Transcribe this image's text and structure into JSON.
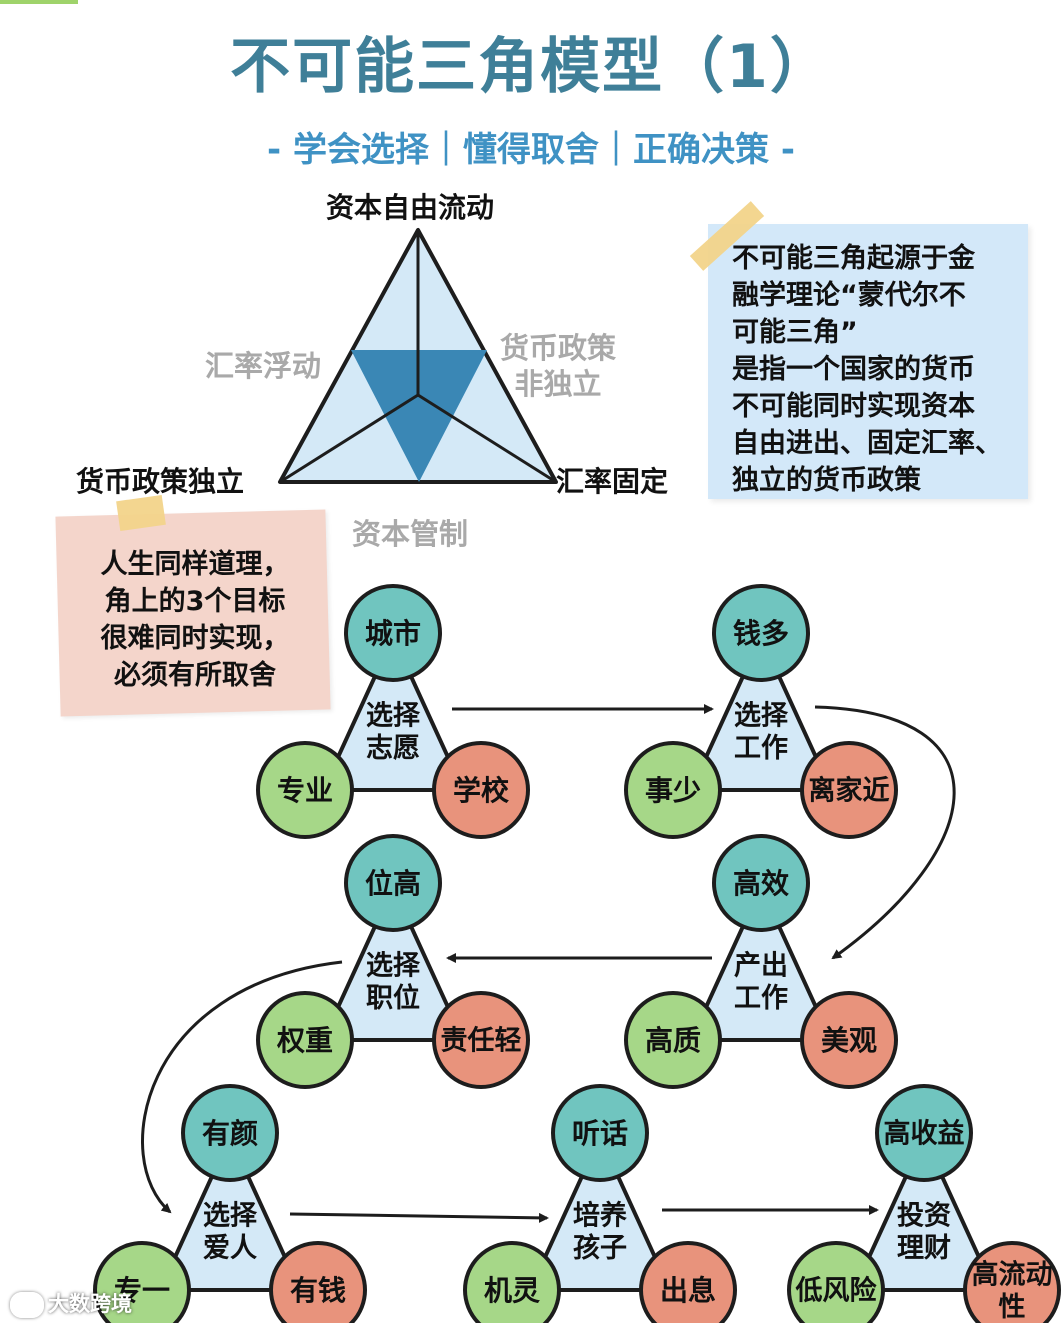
{
  "title": "不可能三角模型（1）",
  "subtitle": "- 学会选择｜懂得取舍｜正确决策 -",
  "model": {
    "top": "资本自由流动",
    "left": "货币政策独立",
    "right": "汇率固定",
    "side_left": "汇率浮动",
    "side_right": "货币政策\n非独立",
    "bottom": "资本管制"
  },
  "note_blue": "不可能三角起源于金\n融学理论“蒙代尔不\n可能三角”\n是指一个国家的货币\n不可能同时实现资本\n自由进出、固定汇率、\n独立的货币政策",
  "note_pink": "人生同样道理，\n角上的3个目标\n很难同时实现，\n必须有所取舍",
  "colors": {
    "teal": "#70c5bf",
    "green": "#a6d788",
    "orange": "#e8937c",
    "triangle_fill": "#d4e9f7",
    "inverted_triangle": "#3a87b5",
    "title": "#3f7f98",
    "subtitle": "#3f92c4"
  },
  "triads": [
    {
      "center": "选择\n志愿",
      "top": "城市",
      "left": "专业",
      "right": "学校"
    },
    {
      "center": "选择\n工作",
      "top": "钱多",
      "left": "事少",
      "right": "离家近"
    },
    {
      "center": "选择\n职位",
      "top": "位高",
      "left": "权重",
      "right": "责任轻"
    },
    {
      "center": "产出\n工作",
      "top": "高效",
      "left": "高质",
      "right": "美观"
    },
    {
      "center": "选择\n爱人",
      "top": "有颜",
      "left": "专一",
      "right": "有钱"
    },
    {
      "center": "培养\n孩子",
      "top": "听话",
      "left": "机灵",
      "right": "出息"
    },
    {
      "center": "投资\n理财",
      "top": "高收益",
      "left": "低风险",
      "right": "高流动\n性"
    }
  ],
  "watermark": "大数跨境"
}
